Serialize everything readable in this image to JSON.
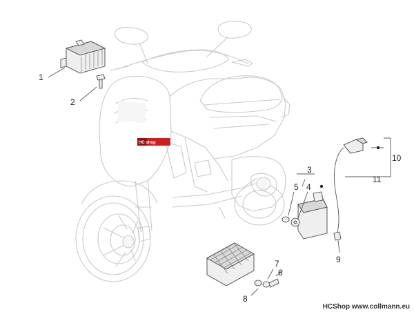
{
  "callouts": {
    "c1": "1",
    "c2": "2",
    "c3": "3",
    "c4": "4",
    "c5": "5",
    "c6": "6",
    "c7": "7",
    "c8": "8",
    "c9": "9",
    "c10": "10",
    "c11": "11"
  },
  "watermark": {
    "text": "HC shop"
  },
  "footer": {
    "credit": "HCShop www.collmann.eu"
  },
  "colors": {
    "stamp_red": "#cc1f1f",
    "ghost_line": "#c9c9c9",
    "part_line": "#666666"
  }
}
